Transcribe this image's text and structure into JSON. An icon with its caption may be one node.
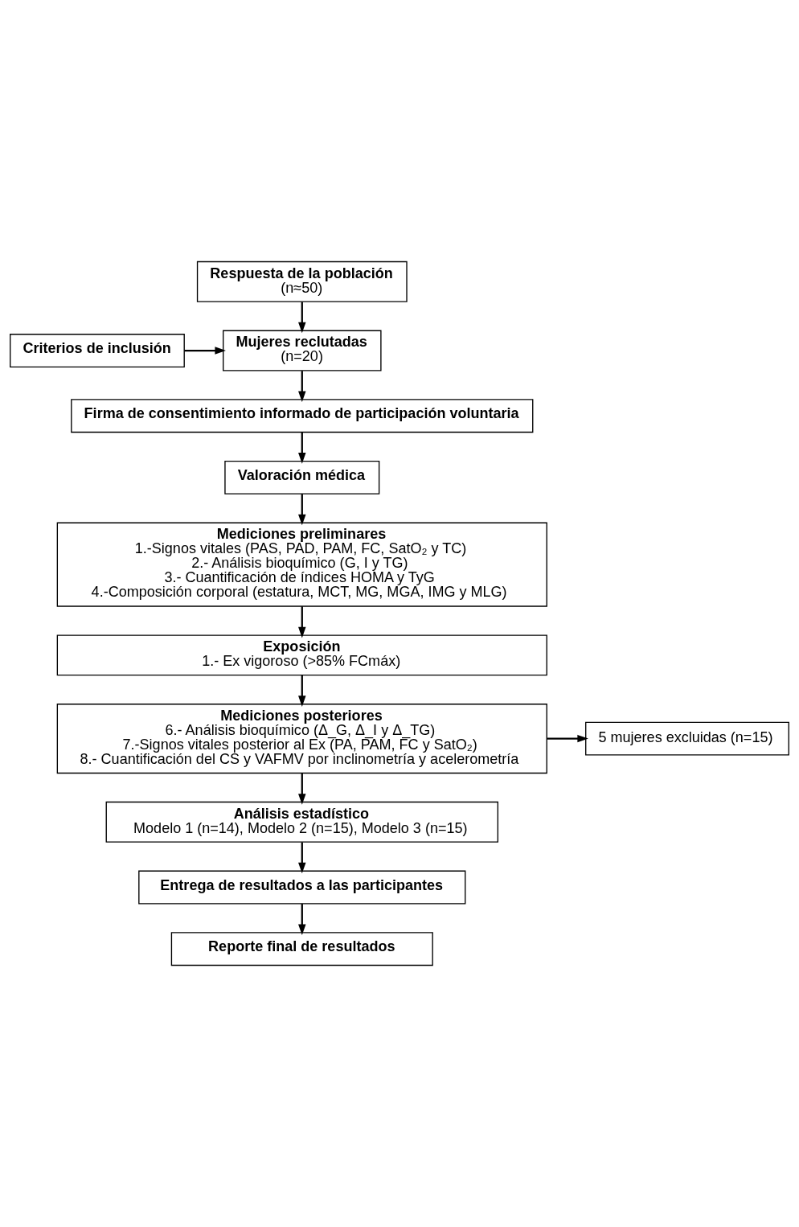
{
  "diagram": {
    "nodes": [
      {
        "text": [
          "Respuesta de la población",
          "(n≈50)"
        ]
      },
      {
        "text": [
          "Criterios de inclusión"
        ]
      },
      {
        "text": [
          "Mujeres reclutadas",
          "(n=20)"
        ]
      },
      {
        "text": [
          "Firma de consentimiento informado de participación voluntaria"
        ]
      },
      {
        "text": [
          "Valoración médica"
        ]
      },
      {
        "text": [
          "Mediciones preliminares",
          "1.-Signos vitales (PAS, PAD, PAM, FC, SatO₂ y TC)",
          "2.- Análisis bioquímico (G, I y TG)",
          "3.- Cuantificación de índices HOMA y TyG",
          "4.-Composición corporal (estatura, MCT, MG, MGA, IMG y MLG)"
        ]
      },
      {
        "text": [
          "Exposición",
          "1.- Ex vigoroso (>85% FCmáx)"
        ]
      },
      {
        "text": [
          "Mediciones posteriores",
          "6.- Análisis bioquímico (Δ_G, Δ_I y Δ_TG)",
          "7.-Signos vitales posterior al Ex (PA, PAM, FC y SatO₂)",
          "8.- Cuantificación del CS y VAFMV por inclinometría y acelerometría"
        ]
      },
      {
        "text": [
          "5 mujeres excluidas (n=15)"
        ]
      },
      {
        "text": [
          "Análisis estadístico",
          "Modelo 1 (n=14), Modelo 2 (n=15), Modelo 3 (n=15)"
        ]
      },
      {
        "text": [
          "Entrega de resultados a las participantes"
        ]
      },
      {
        "text": [
          "Reporte final de resultados"
        ]
      }
    ],
    "edges": [
      {
        "from": 0,
        "to": 2,
        "arrow": "to"
      },
      {
        "from": 1,
        "to": 2,
        "arrow": "to"
      },
      {
        "from": 2,
        "to": 3,
        "arrow": "to"
      },
      {
        "from": 3,
        "to": 4,
        "arrow": "to"
      },
      {
        "from": 4,
        "to": 5,
        "arrow": "to"
      },
      {
        "from": 5,
        "to": 6,
        "arrow": "to"
      },
      {
        "from": 6,
        "to": 7,
        "arrow": "to"
      },
      {
        "from": 7,
        "to": 8,
        "arrow": "to"
      },
      {
        "from": 7,
        "to": 9,
        "arrow": "to"
      },
      {
        "from": 9,
        "to": 10,
        "arrow": "to"
      },
      {
        "from": 10,
        "to": 11,
        "arrow": "to"
      }
    ]
  }
}
